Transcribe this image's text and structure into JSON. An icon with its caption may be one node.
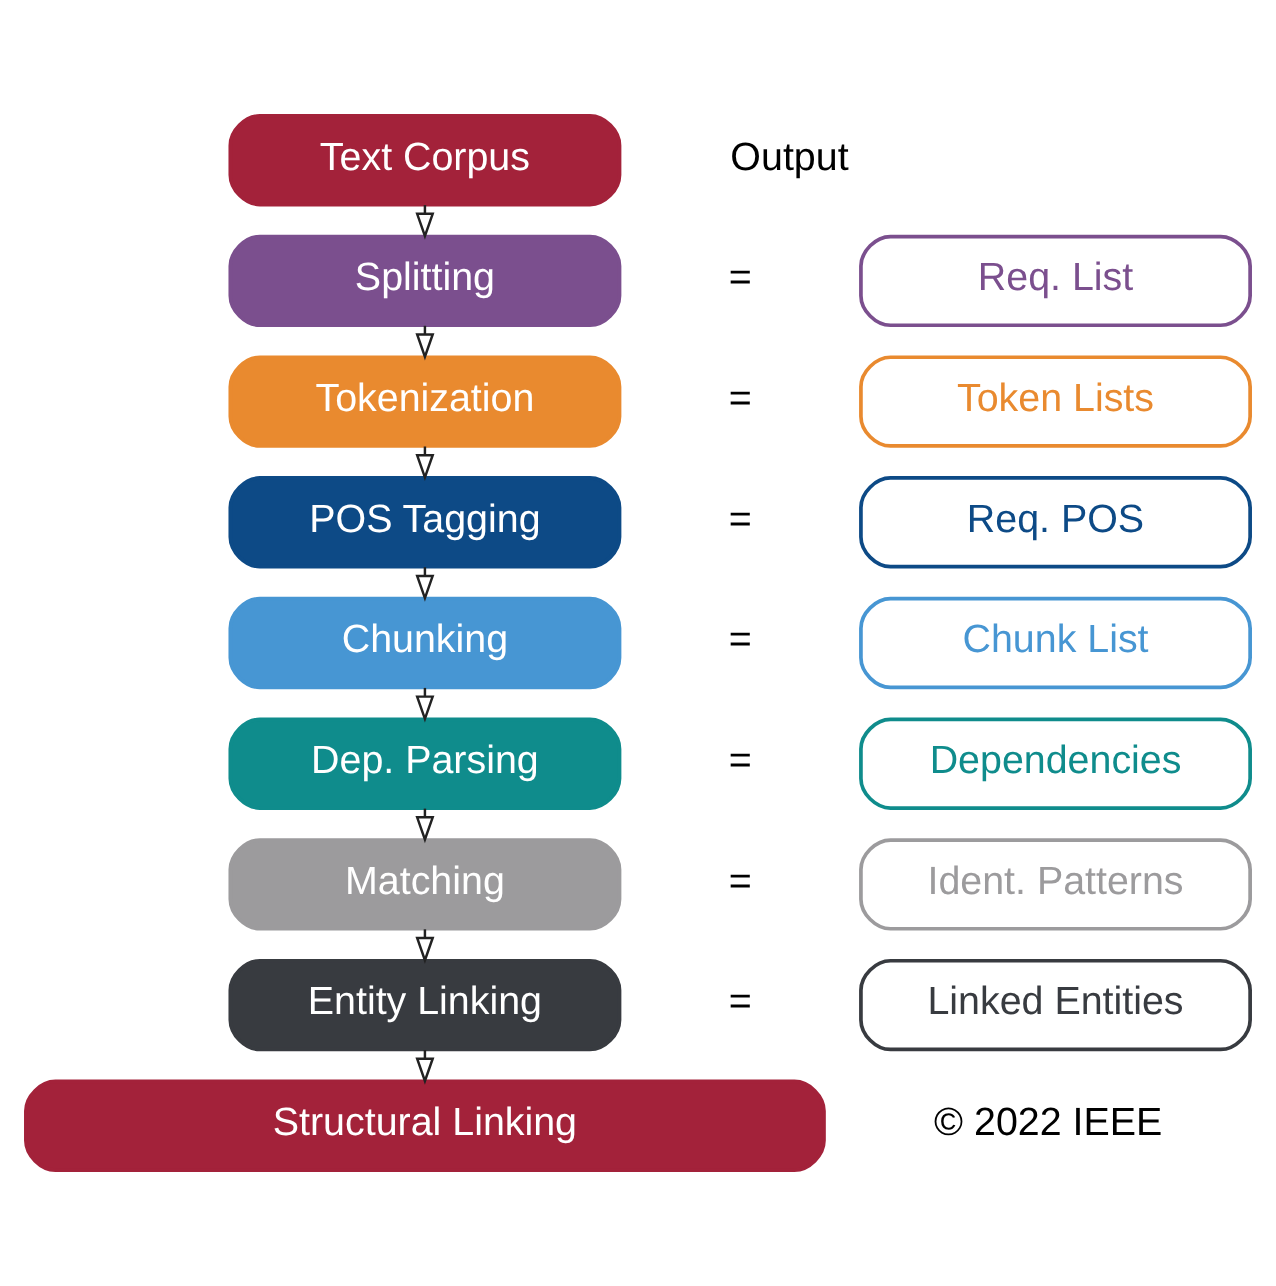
{
  "diagram": {
    "nodes": [
      {
        "text": [
          "Text Corpus"
        ]
      },
      {
        "text": [
          "Splitting"
        ]
      },
      {
        "text": [
          "Tokenization"
        ]
      },
      {
        "text": [
          "POS Tagging"
        ]
      },
      {
        "text": [
          "Chunking"
        ]
      },
      {
        "text": [
          "Dep. Parsing"
        ]
      },
      {
        "text": [
          "Matching"
        ]
      },
      {
        "text": [
          "Entity Linking"
        ]
      },
      {
        "text": [
          "Structural Linking"
        ]
      },
      {
        "text": [
          "Req. List"
        ]
      },
      {
        "text": [
          "Token Lists"
        ]
      },
      {
        "text": [
          "Req. POS"
        ]
      },
      {
        "text": [
          "Chunk List"
        ]
      },
      {
        "text": [
          "Dependencies"
        ]
      },
      {
        "text": [
          "Ident. Patterns"
        ]
      },
      {
        "text": [
          "Linked Entities"
        ]
      }
    ],
    "edges": [
      {
        "from": 0,
        "to": 1,
        "arrow": "to"
      },
      {
        "from": 1,
        "to": 2,
        "arrow": "to"
      },
      {
        "from": 2,
        "to": 3,
        "arrow": "to"
      },
      {
        "from": 3,
        "to": 4,
        "arrow": "to"
      },
      {
        "from": 4,
        "to": 5,
        "arrow": "to"
      },
      {
        "from": 5,
        "to": 6,
        "arrow": "to"
      },
      {
        "from": 6,
        "to": 7,
        "arrow": "to"
      },
      {
        "from": 7,
        "to": 8,
        "arrow": "to"
      }
    ],
    "labels": [
      "Output",
      "=",
      "=",
      "=",
      "=",
      "=",
      "=",
      "=",
      "© 2022 IEEE"
    ]
  }
}
